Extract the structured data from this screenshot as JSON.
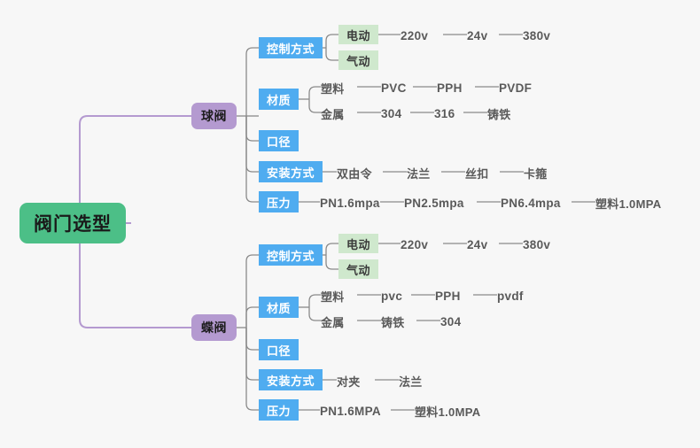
{
  "diagram": {
    "type": "mind-map",
    "title": "阀门选型",
    "background_color": "#f7f7f7",
    "colors": {
      "root": "#4cbf87",
      "branch": "#b49ad0",
      "category": "#4facf0",
      "leaf_box": "#cfe8cd",
      "root_edge": "#b49ad0",
      "edge": "#8a8a8a",
      "text": "#5a5a5a"
    },
    "root": {
      "label": "阀门选型"
    },
    "branches": [
      {
        "label": "球阀",
        "categories": [
          {
            "label": "控制方式",
            "boxed_children": [
              {
                "label": "电动",
                "chain": [
                  "220v",
                  "24v",
                  "380v"
                ]
              },
              {
                "label": "气动",
                "chain": []
              }
            ]
          },
          {
            "label": "材质",
            "plain_children": [
              {
                "label": "塑料",
                "chain": [
                  "PVC",
                  "PPH",
                  "PVDF"
                ]
              },
              {
                "label": "金属",
                "chain": [
                  "304",
                  "316",
                  "铸铁"
                ]
              }
            ]
          },
          {
            "label": "口径",
            "chain": []
          },
          {
            "label": "安装方式",
            "chain": [
              "双由令",
              "法兰",
              "丝扣",
              "卡箍"
            ]
          },
          {
            "label": "压力",
            "chain": [
              "PN1.6mpa",
              "PN2.5mpa",
              "PN6.4mpa",
              "塑料1.0MPA"
            ]
          }
        ]
      },
      {
        "label": "蝶阀",
        "categories": [
          {
            "label": "控制方式",
            "boxed_children": [
              {
                "label": "电动",
                "chain": [
                  "220v",
                  "24v",
                  "380v"
                ]
              },
              {
                "label": "气动",
                "chain": []
              }
            ]
          },
          {
            "label": "材质",
            "plain_children": [
              {
                "label": "塑料",
                "chain": [
                  "pvc",
                  "PPH",
                  "pvdf"
                ]
              },
              {
                "label": "金属",
                "chain": [
                  "铸铁",
                  "304"
                ]
              }
            ]
          },
          {
            "label": "口径",
            "chain": []
          },
          {
            "label": "安装方式",
            "chain": [
              "对夹",
              "法兰"
            ]
          },
          {
            "label": "压力",
            "chain": [
              "PN1.6MPA",
              "塑料1.0MPA"
            ]
          }
        ]
      }
    ]
  },
  "nodes": {
    "root": {
      "text": "阀门选型"
    },
    "b1": {
      "text": "球阀"
    },
    "b2": {
      "text": "蝶阀"
    },
    "b1c1": {
      "text": "控制方式"
    },
    "b1c1l1": {
      "text": "电动"
    },
    "b1c1l1a": {
      "text": "220v"
    },
    "b1c1l1b": {
      "text": "24v"
    },
    "b1c1l1c": {
      "text": "380v"
    },
    "b1c1l2": {
      "text": "气动"
    },
    "b1c2": {
      "text": "材质"
    },
    "b1c2l1": {
      "text": "塑料"
    },
    "b1c2l1a": {
      "text": "PVC"
    },
    "b1c2l1b": {
      "text": "PPH"
    },
    "b1c2l1c": {
      "text": "PVDF"
    },
    "b1c2l2": {
      "text": "金属"
    },
    "b1c2l2a": {
      "text": "304"
    },
    "b1c2l2b": {
      "text": "316"
    },
    "b1c2l2c": {
      "text": "铸铁"
    },
    "b1c3": {
      "text": "口径"
    },
    "b1c4": {
      "text": "安装方式"
    },
    "b1c4a": {
      "text": "双由令"
    },
    "b1c4b": {
      "text": "法兰"
    },
    "b1c4c": {
      "text": "丝扣"
    },
    "b1c4d": {
      "text": "卡箍"
    },
    "b1c5": {
      "text": "压力"
    },
    "b1c5a": {
      "text": "PN1.6mpa"
    },
    "b1c5b": {
      "text": "PN2.5mpa"
    },
    "b1c5c": {
      "text": "PN6.4mpa"
    },
    "b1c5d": {
      "text": "塑料1.0MPA"
    },
    "b2c1": {
      "text": "控制方式"
    },
    "b2c1l1": {
      "text": "电动"
    },
    "b2c1l1a": {
      "text": "220v"
    },
    "b2c1l1b": {
      "text": "24v"
    },
    "b2c1l1c": {
      "text": "380v"
    },
    "b2c1l2": {
      "text": "气动"
    },
    "b2c2": {
      "text": "材质"
    },
    "b2c2l1": {
      "text": "塑料"
    },
    "b2c2l1a": {
      "text": "pvc"
    },
    "b2c2l1b": {
      "text": "PPH"
    },
    "b2c2l1c": {
      "text": "pvdf"
    },
    "b2c2l2": {
      "text": "金属"
    },
    "b2c2l2a": {
      "text": "铸铁"
    },
    "b2c2l2b": {
      "text": "304"
    },
    "b2c3": {
      "text": "口径"
    },
    "b2c4": {
      "text": "安装方式"
    },
    "b2c4a": {
      "text": "对夹"
    },
    "b2c4b": {
      "text": "法兰"
    },
    "b2c5": {
      "text": "压力"
    },
    "b2c5a": {
      "text": "PN1.6MPA"
    },
    "b2c5b": {
      "text": "塑料1.0MPA"
    }
  }
}
